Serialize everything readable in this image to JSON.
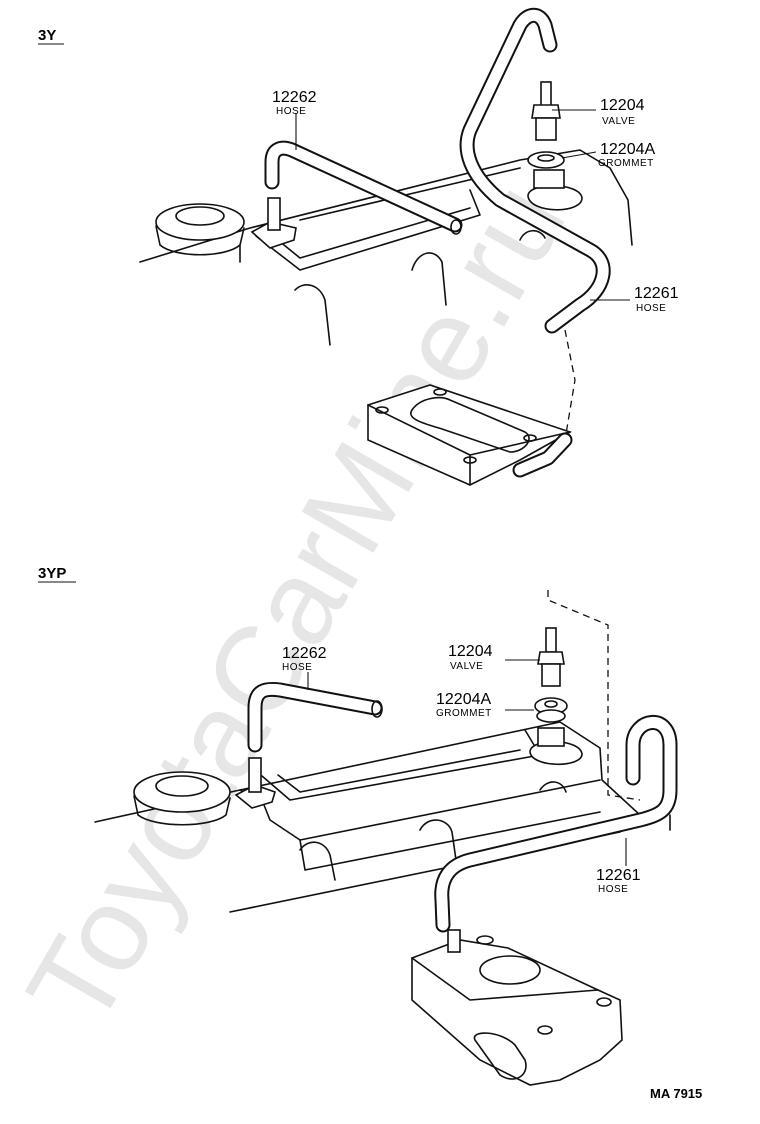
{
  "watermark": "ToyotaCarMine.ru",
  "drawing_code": "MA 7915",
  "sections": [
    {
      "id": "3y",
      "label": "3Y",
      "callouts": [
        {
          "part_no": "12262",
          "name": "HOSE"
        },
        {
          "part_no": "12204",
          "name": "VALVE"
        },
        {
          "part_no": "12204A",
          "name": "GROMMET"
        },
        {
          "part_no": "12261",
          "name": "HOSE"
        }
      ]
    },
    {
      "id": "3yp",
      "label": "3YP",
      "callouts": [
        {
          "part_no": "12262",
          "name": "HOSE"
        },
        {
          "part_no": "12204",
          "name": "VALVE"
        },
        {
          "part_no": "12204A",
          "name": "GROMMET"
        },
        {
          "part_no": "12261",
          "name": "HOSE"
        }
      ]
    }
  ]
}
